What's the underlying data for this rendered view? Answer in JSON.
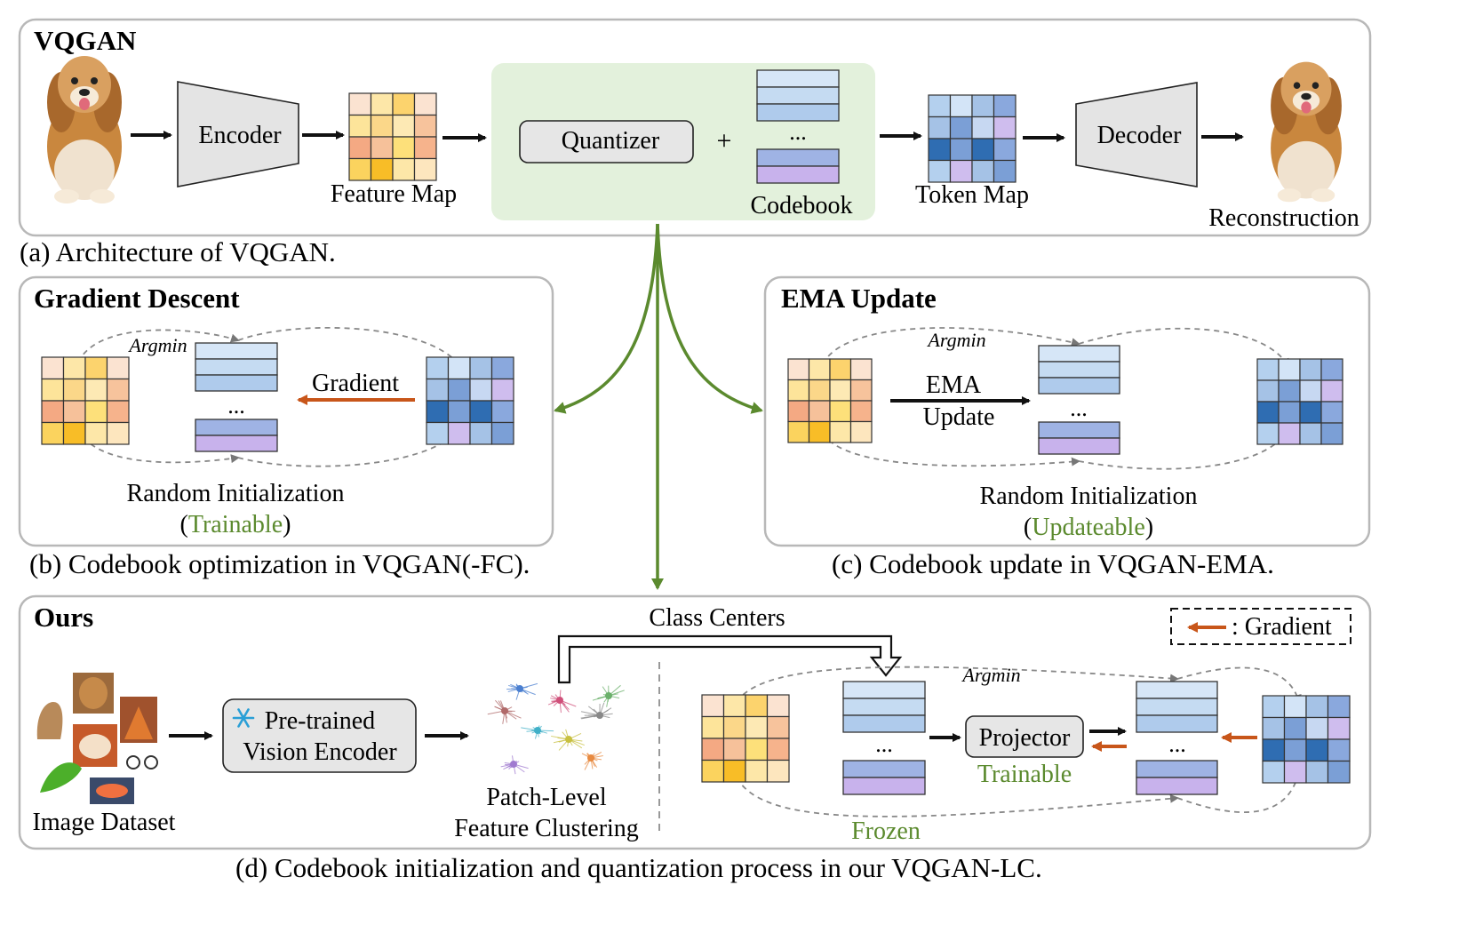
{
  "colors": {
    "green_accent": "#5b8a2e",
    "gradient_orange": "#c8561a",
    "quantizer_bg": "#e3f1dc",
    "codebook_blue": "#b7d0ea",
    "codebook_purple": "#c8b2ec"
  },
  "icons": {
    "dog": "dog-photo",
    "snowflake": "snowflake-icon"
  },
  "panel_a": {
    "title": "VQGAN",
    "encoder": "Encoder",
    "feature_map": "Feature Map",
    "quantizer": "Quantizer",
    "plus": "+",
    "ellipsis": "...",
    "codebook": "Codebook",
    "token_map": "Token Map",
    "decoder": "Decoder",
    "reconstruction": "Reconstruction",
    "caption": "(a) Architecture of VQGAN."
  },
  "panel_b": {
    "title": "Gradient Descent",
    "argmin": "Argmin",
    "gradient": "Gradient",
    "ellipsis": "...",
    "init": "Random Initialization",
    "paren_open": "(",
    "state": "Trainable",
    "paren_close": ")",
    "caption": "(b) Codebook optimization in VQGAN(-FC)."
  },
  "panel_c": {
    "title": "EMA Update",
    "argmin": "Argmin",
    "ema_line1": "EMA",
    "ema_line2": "Update",
    "ellipsis": "...",
    "init": "Random Initialization",
    "paren_open": "(",
    "state": "Updateable",
    "paren_close": ")",
    "caption": "(c) Codebook update in VQGAN-EMA."
  },
  "panel_d": {
    "title": "Ours",
    "legend": ": Gradient",
    "class_centers": "Class Centers",
    "encoder_line1": "Pre-trained",
    "encoder_line2": "Vision Encoder",
    "image_dataset": "Image Dataset",
    "clustering_line1": "Patch-Level",
    "clustering_line2": "Feature Clustering",
    "argmin": "Argmin",
    "projector": "Projector",
    "trainable": "Trainable",
    "frozen": "Frozen",
    "ellipsis_left": "...",
    "ellipsis_right": "...",
    "caption": "(d) Codebook initialization and quantization process in our VQGAN-LC."
  }
}
